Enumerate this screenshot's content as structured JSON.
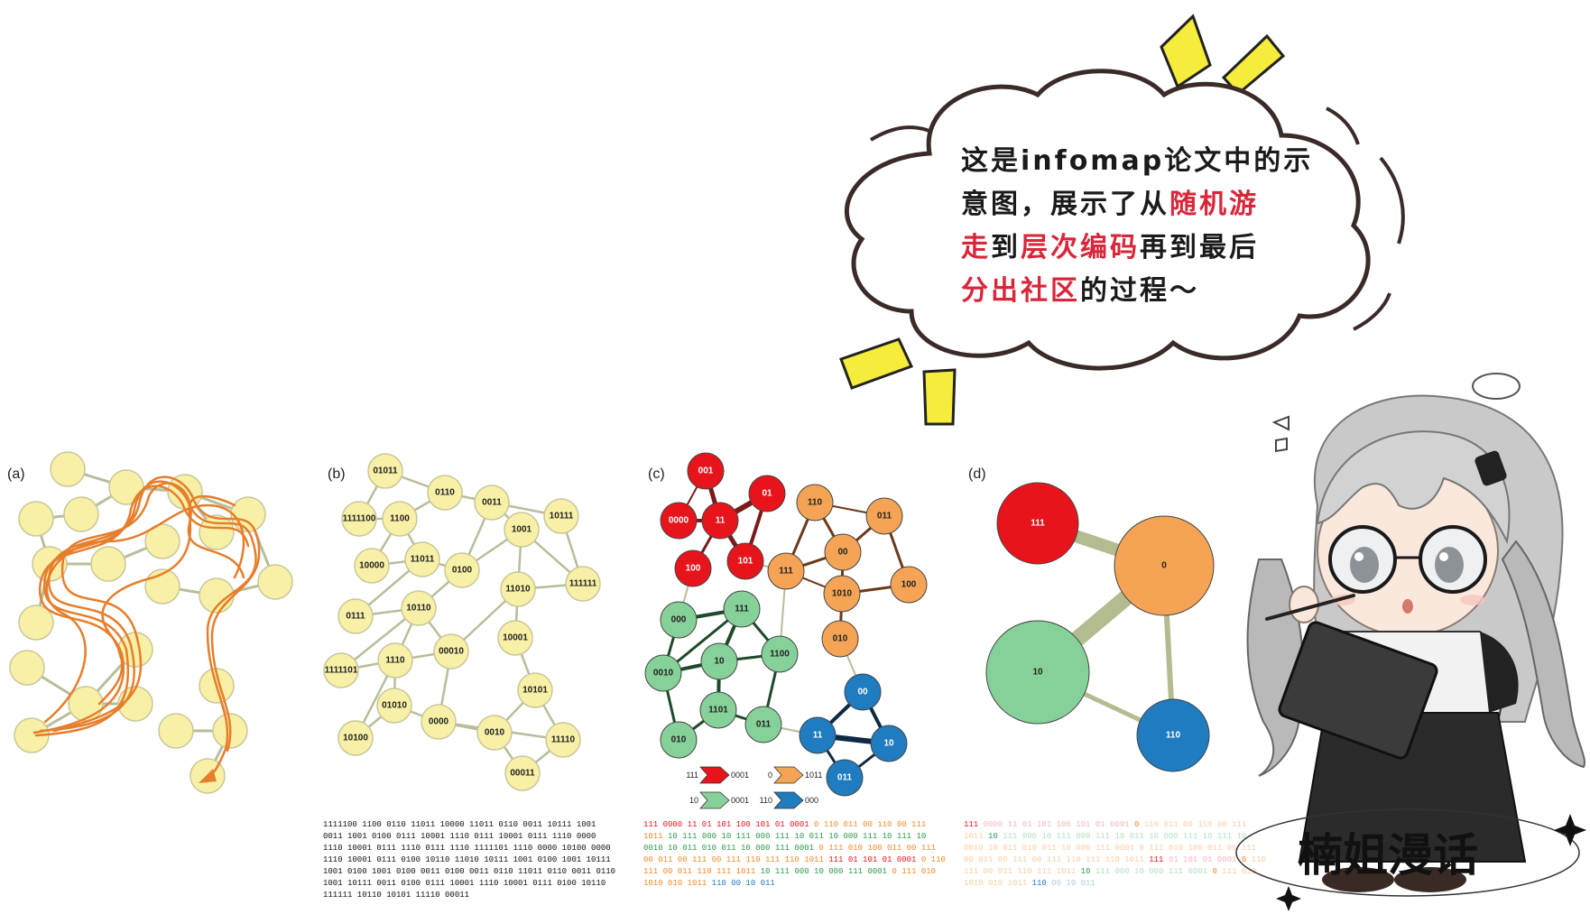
{
  "bubble": {
    "lines": [
      [
        {
          "t": "这是infomap论文中的示",
          "c": "#1a1a1a"
        }
      ],
      [
        {
          "t": "意图，展示了从",
          "c": "#1a1a1a"
        },
        {
          "t": "随机游",
          "c": "#d9263a"
        }
      ],
      [
        {
          "t": "走",
          "c": "#d9263a"
        },
        {
          "t": "到",
          "c": "#1a1a1a"
        },
        {
          "t": "层次编码",
          "c": "#d9263a"
        },
        {
          "t": "再到最后",
          "c": "#1a1a1a"
        }
      ],
      [
        {
          "t": "分出社区",
          "c": "#d9263a"
        },
        {
          "t": "的过程～",
          "c": "#1a1a1a"
        }
      ]
    ]
  },
  "brand": "楠姐漫话",
  "colors": {
    "node_yellow": "#f7f0a6",
    "red": "#e8141c",
    "orange": "#f5a455",
    "green": "#86d19a",
    "blue": "#1f7cc0",
    "path": "#e67e2c"
  },
  "panels": {
    "a": {
      "label": "(a)"
    },
    "b": {
      "label": "(b)",
      "nodes": [
        "01011",
        "0110",
        "1111100",
        "1100",
        "0011",
        "10111",
        "10000",
        "11011",
        "0100",
        "1001",
        "111111",
        "11010",
        "10001",
        "0111",
        "10110",
        "1111101",
        "1110",
        "00010",
        "01010",
        "10101",
        "0000",
        "0010",
        "11110",
        "10100",
        "00011"
      ],
      "code": [
        "1111100 1100 0110 11011 10000 11011 0110 0011 10111 1001",
        "0011 1001 0100 0111 10001 1110 0111 10001 0111 1110 0000",
        "1110 10001 0111 1110 0111 1110 1111101 1110 0000 10100 0000",
        "1110 10001 0111 0100 10110 11010 10111 1001 0100 1001 10111",
        "1001 0100 1001 0100 0011 0100 0011 0110 11011 0110 0011 0110",
        "1001 10111 0011 0100 0111 10001 1110 10001 0111 0100 10110",
        "111111 10110 10101 11110 00011"
      ]
    },
    "c": {
      "label": "(c)",
      "nodes": [
        "001",
        "01",
        "0000",
        "11",
        "100",
        "101",
        "110",
        "011",
        "00",
        "111",
        "1010",
        "100",
        "010",
        "000",
        "111",
        "1100",
        "0010",
        "10",
        "1101",
        "011",
        "010",
        "00",
        "11",
        "10",
        "011"
      ],
      "legend": [
        "111",
        "0001",
        "0",
        "1011",
        "10",
        "0001",
        "110",
        "000"
      ],
      "code": [
        [
          {
            "t": "111 0000 11 01 101 100 101 01 0001",
            "c": "#e8141c"
          },
          {
            "t": " 0 110 011 00 110 00 111",
            "c": "#f08a2a"
          }
        ],
        [
          {
            "t": "1011",
            "c": "#f08a2a"
          },
          {
            "t": " 10 111 000 10 111 000 111 10 011 10 000 111 10 111 10",
            "c": "#2e9a4c"
          }
        ],
        [
          {
            "t": "0010 10 011 010 011 10 000 111 0001",
            "c": "#2e9a4c"
          },
          {
            "t": " 0 111 010 100 011 00 111",
            "c": "#f08a2a"
          }
        ],
        [
          {
            "t": "00 011 00 111 00 111 110 111 110 1011",
            "c": "#f08a2a"
          },
          {
            "t": " 111 01 101 01 0001",
            "c": "#e8141c"
          },
          {
            "t": " 0 110",
            "c": "#f08a2a"
          }
        ],
        [
          {
            "t": "111 00 011 110 111 1011",
            "c": "#f08a2a"
          },
          {
            "t": " 10 111 000 10 000 111 0001",
            "c": "#2e9a4c"
          },
          {
            "t": " 0 111 010",
            "c": "#f08a2a"
          }
        ],
        [
          {
            "t": "1010 010 1011",
            "c": "#f08a2a"
          },
          {
            "t": " 110 00 10 011",
            "c": "#1f7cc0"
          }
        ]
      ]
    },
    "d": {
      "label": "(d)",
      "nodes": [
        "111",
        "0",
        "10",
        "110"
      ],
      "code": [
        [
          {
            "t": "111",
            "c": "#e8141c"
          },
          {
            "t": " 0000 11 01 101 100 101 01 0001 ",
            "c": "#f4b7ba"
          },
          {
            "t": "0",
            "c": "#f08a2a"
          },
          {
            "t": " 110 011 00 110 00 111",
            "c": "#f8cfa4"
          }
        ],
        [
          {
            "t": "1011 ",
            "c": "#f8cfa4"
          },
          {
            "t": "10",
            "c": "#2e9a4c"
          },
          {
            "t": " 111 000 10 111 000 111 10 011 10 000 111 10 111 10",
            "c": "#b5e0c0"
          }
        ],
        [
          {
            "t": "0010 10 011 010 011 10 000 111 0001 0 111 010 100 011 00 111",
            "c": "#f8cfa4"
          }
        ],
        [
          {
            "t": "00 011 00 111 00 111 110 111 110 1011 ",
            "c": "#f8cfa4"
          },
          {
            "t": "111",
            "c": "#e8141c"
          },
          {
            "t": " 01 101 01 0001 ",
            "c": "#f4b7ba"
          },
          {
            "t": "0",
            "c": "#f08a2a"
          },
          {
            "t": " 110",
            "c": "#f8cfa4"
          }
        ],
        [
          {
            "t": "111 00 011 110 111 1011 ",
            "c": "#f8cfa4"
          },
          {
            "t": "10",
            "c": "#2e9a4c"
          },
          {
            "t": " 111 000 10 000 111 0001 ",
            "c": "#b5e0c0"
          },
          {
            "t": "0",
            "c": "#f08a2a"
          },
          {
            "t": " 111 010",
            "c": "#f8cfa4"
          }
        ],
        [
          {
            "t": "1010 010 1011 ",
            "c": "#f8cfa4"
          },
          {
            "t": "110",
            "c": "#1f7cc0"
          },
          {
            "t": " 00 10 011",
            "c": "#a9cde8"
          }
        ]
      ]
    }
  }
}
